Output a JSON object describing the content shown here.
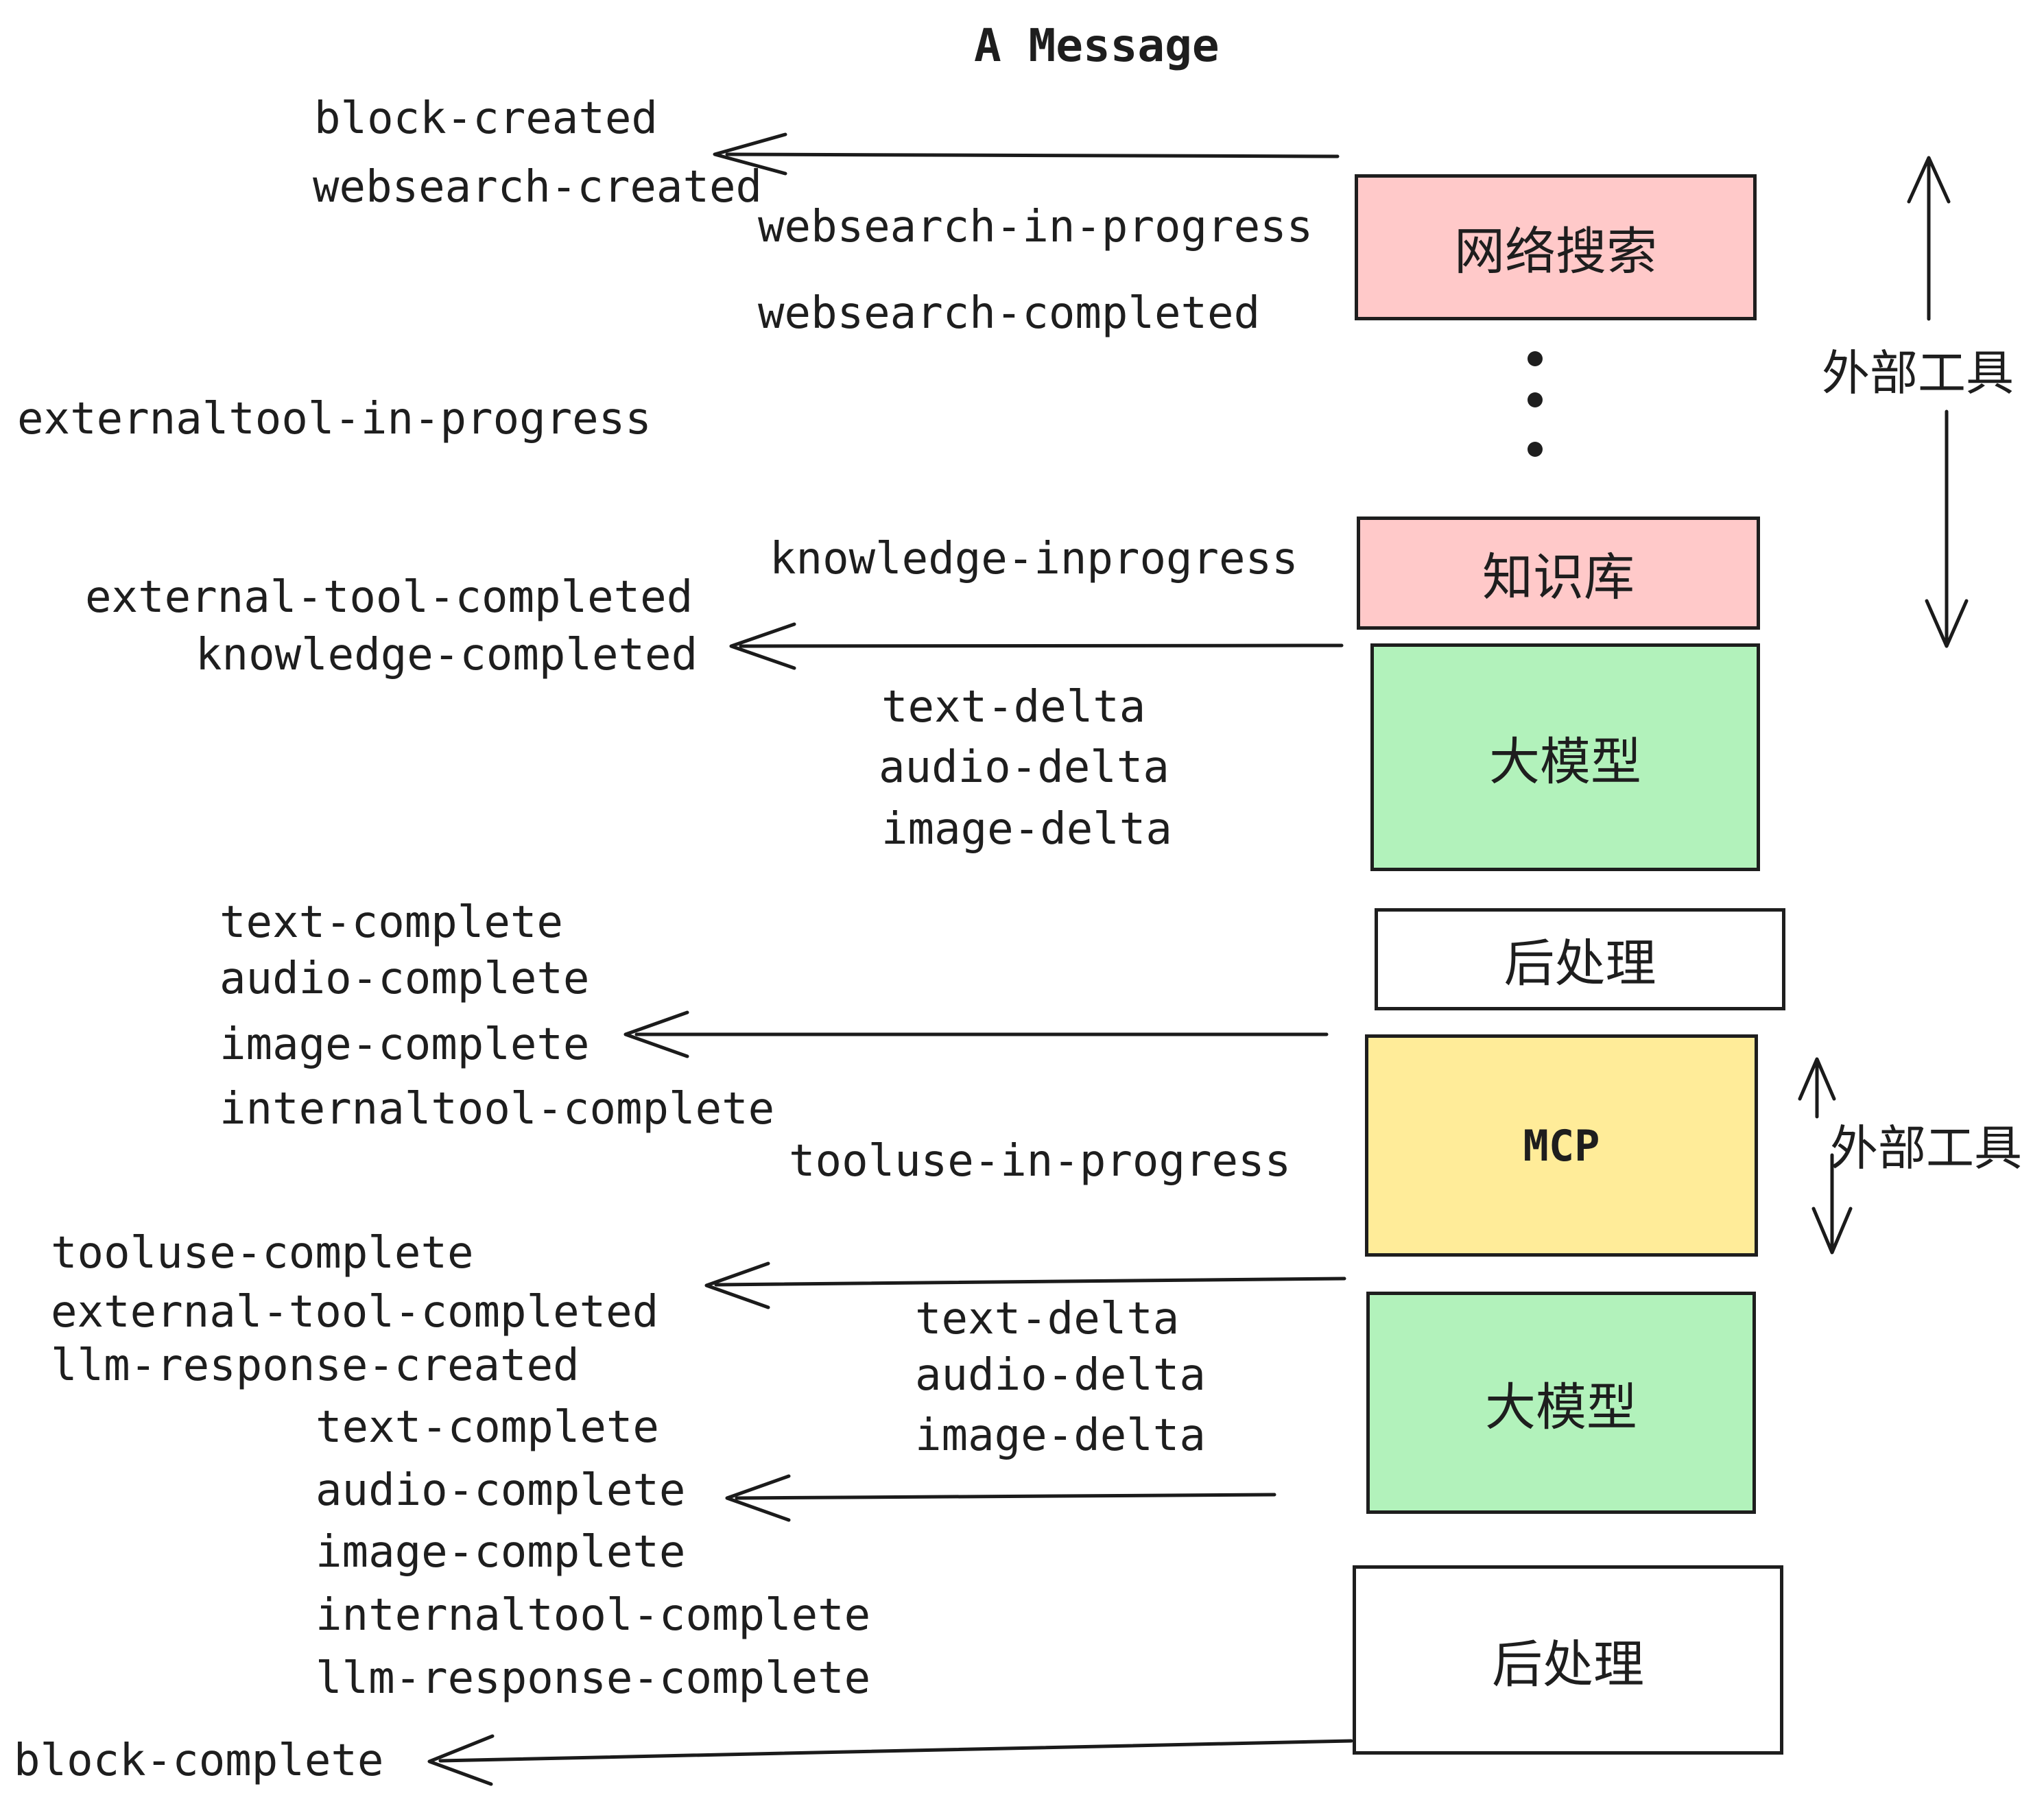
{
  "title": "A Message",
  "colors": {
    "pink": "#ffc9c9",
    "green": "#b2f2bb",
    "yellow": "#ffec99",
    "white": "#ffffff",
    "ink": "#1e1e1e"
  },
  "boxes": {
    "websearch": {
      "label": "网络搜索",
      "color": "#ffc9c9"
    },
    "knowledge": {
      "label": "知识库",
      "color": "#ffc9c9"
    },
    "llm1": {
      "label": "大模型",
      "color": "#b2f2bb"
    },
    "post1": {
      "label": "后处理",
      "color": "#ffffff"
    },
    "mcp": {
      "label": "MCP",
      "color": "#ffec99"
    },
    "llm2": {
      "label": "大模型",
      "color": "#b2f2bb"
    },
    "post2": {
      "label": "后处理",
      "color": "#ffffff"
    }
  },
  "annotations": {
    "external_tools_1": "外部工具",
    "external_tools_2": "外部工具"
  },
  "events": {
    "block_created": "block-created",
    "websearch_created": "websearch-created",
    "websearch_in_progress": "websearch-in-progress",
    "websearch_completed": "websearch-completed",
    "externaltool_in_progress": "externaltool-in-progress",
    "external_tool_completed_1": "external-tool-completed",
    "knowledge_completed": "knowledge-completed",
    "knowledge_inprogress": "knowledge-inprogress",
    "delta1_text": "text-delta",
    "delta1_audio": "audio-delta",
    "delta1_image": "image-delta",
    "complete1_text": "text-complete",
    "complete1_audio": "audio-complete",
    "complete1_image": "image-complete",
    "complete1_internaltool": "internaltool-complete",
    "tooluse_in_progress": "tooluse-in-progress",
    "tooluse_complete": "tooluse-complete",
    "external_tool_completed_2": "external-tool-completed",
    "llm_response_created": "llm-response-created",
    "complete2_text": "text-complete",
    "complete2_audio": "audio-complete",
    "complete2_image": "image-complete",
    "complete2_internaltool": "internaltool-complete",
    "llm_response_complete": "llm-response-complete",
    "delta2_text": "text-delta",
    "delta2_audio": "audio-delta",
    "delta2_image": "image-delta",
    "block_complete": "block-complete"
  }
}
